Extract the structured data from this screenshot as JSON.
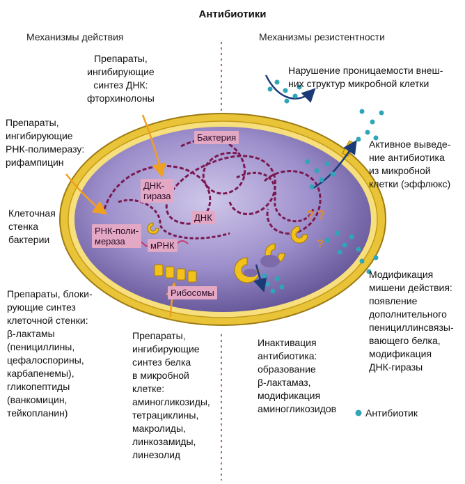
{
  "title": "Антибиотики",
  "headers": {
    "left": "Механизмы действия",
    "right": "Механизмы резистентности"
  },
  "labels": {
    "bacteria": "Бактерия",
    "dna_gyrase": "ДНК-\nгираза",
    "dna": "ДНК",
    "rna_polymerase": "РНК-поли-\nмераза",
    "mrna": "мРНК",
    "ribosomes": "Рибосомы"
  },
  "texts": {
    "dna_inhibitors": "Препараты,\nингибирующие\nсинтез ДНК:\nфторхинолоны",
    "rna_inhibitors": "Препараты,\nингибирующие\nРНК-полимеразу:\nрифампицин",
    "cell_wall": "Клеточная\nстенка\nбактерии",
    "wall_blockers": "Препараты, блоки-\nрующие синтез\nклеточной стенки:\nβ-лактамы\n(пенициллины,\nцефалоспорины,\nкарбапенемы),\nгликопептиды\n(ванкомицин,\nтейкопланин)",
    "protein_inhibitors": "Препараты,\nингибирующие\nсинтез белка\nв микробной\nклетке:\nаминогликозиды,\nтетрациклины,\nмакролиды,\nлинкозамиды,\nлинезолид",
    "permeability": "Нарушение проницаемости внеш-\nних структур микробной клетки",
    "efflux": "Активное выведе-\nние антибиотика\nиз микробной\nклетки (эффлюкс)",
    "target_modification": "Модификация\nмишени действия:\nпоявление\nдополнительного\nпенициллинсвязы-\nвающего белка,\nмодификация\nДНК-гиразы",
    "inactivation": "Инактивация\nантибиотика:\nобразование\nβ-лактамаз,\nмодификация\nаминогликозидов",
    "legend_antibiotic": "Антибиотик"
  },
  "colors": {
    "cell_wall": "#e9c338",
    "cytoplasm": "#7f6fb0",
    "dna_strand": "#7a1850",
    "label_bg": "#e3a9c4",
    "antibiotic_dot": "#2fa6b8",
    "arrow_orange": "#f0a020",
    "arrow_navy": "#1a3a78",
    "enzyme_yellow": "#f2c21a"
  }
}
